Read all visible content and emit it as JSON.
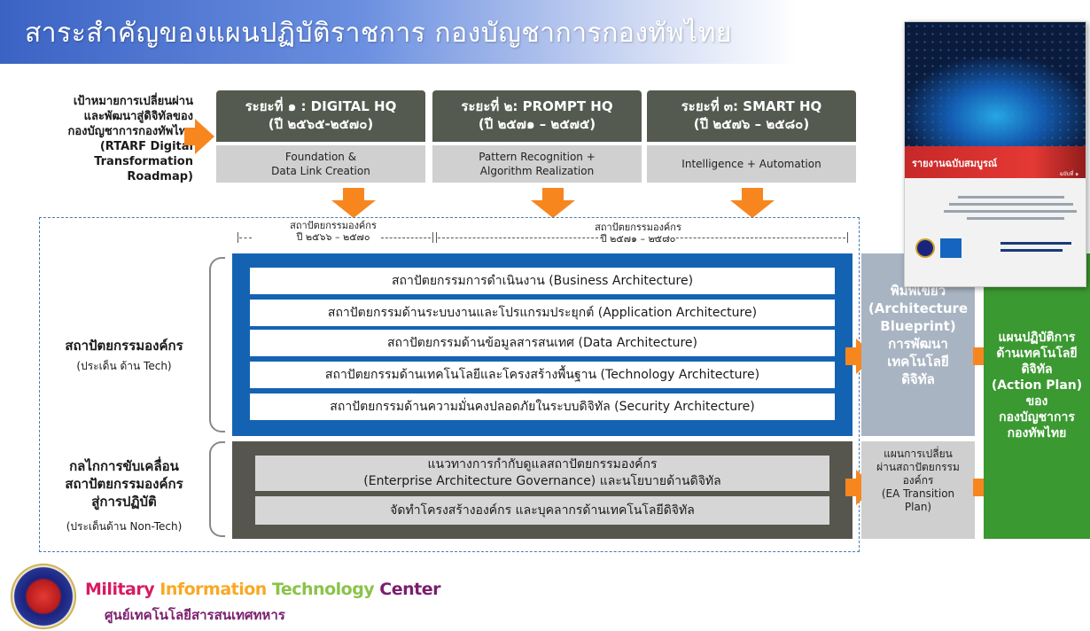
{
  "title": "สาระสำคัญของแผนปฏิบัติราชการ กองบัญชาการกองทัพไทย",
  "goal": {
    "lines": [
      "เป้าหมายการเปลี่ยนผ่าน",
      "และพัฒนาสู่ดิจิทัลของ",
      "กองบัญชาการกองทัพไทย",
      "(RTARF Digital",
      "Transformation",
      "Roadmap)"
    ]
  },
  "phases": [
    {
      "title": "ระยะที่ ๑ : DIGITAL HQ",
      "years": "(ปี ๒๕๖๕-๒๕๗๐)",
      "sub1": "Foundation &",
      "sub2": "Data Link Creation"
    },
    {
      "title": "ระยะที่ ๒: PROMPT HQ",
      "years": "(ปี ๒๕๗๑ – ๒๕๗๕)",
      "sub1": "Pattern Recognition +",
      "sub2": "Algorithm Realization"
    },
    {
      "title": "ระยะที่ ๓: SMART HQ",
      "years": "(ปี ๒๕๗๖ – ๒๕๘๐)",
      "sub1": "Intelligence + Automation",
      "sub2": ""
    }
  ],
  "timeline": [
    {
      "label": "สถาปัตยกรรมองค์กร",
      "years": "ปี ๒๕๖๖ – ๒๕๗๐"
    },
    {
      "label": "สถาปัตยกรรมองค์กร",
      "years": "ปี ๒๕๗๑ – ๒๕๘๐"
    }
  ],
  "sections": {
    "tech_title": "สถาปัตยกรรมองค์กร",
    "tech_sub": "(ประเด็น ด้าน Tech)",
    "nontech_lines": [
      "กลไกการขับเคลื่อน",
      "สถาปัตยกรรมองค์กร",
      "สู่การปฏิบัติ"
    ],
    "nontech_sub": "(ประเด็นด้าน Non-Tech)"
  },
  "architectures": [
    "สถาปัตยกรรมการดำเนินงาน (Business Architecture)",
    "สถาปัตยกรรมด้านระบบงานและโปรแกรมประยุกต์ (Application Architecture)",
    "สถาปัตยกรรมด้านข้อมูลสารสนเทศ (Data Architecture)",
    "สถาปัตยกรรมด้านเทคโนโลยีและโครงสร้างพื้นฐาน (Technology Architecture)",
    "สถาปัตยกรรมด้านความมั่นคงปลอดภัยในระบบดิจิทัล (Security Architecture)"
  ],
  "governance": {
    "row1_line1": "แนวทางการกำกับดูแลสถาปัตยกรรมองค์กร",
    "row1_line2": "(Enterprise Architecture Governance) และนโยบายด้านดิจิทัล",
    "row2": "จัดทำโครงสร้างองค์กร และบุคลากรด้านเทคโนโลยีดิจิทัล"
  },
  "blueprint": [
    "พิมพ์เขียว",
    "(Architecture",
    "Blueprint)",
    "การพัฒนา",
    "เทคโนโลยี",
    "ดิจิทัล"
  ],
  "transition": [
    "แผนการเปลี่ยน",
    "ผ่านสถาปัตยกรรม",
    "องค์กร",
    "(EA Transition",
    "Plan)"
  ],
  "action_plan": [
    "แผนปฏิบัติการ",
    "ด้านเทคโนโลยี",
    "ดิจิทัล",
    "(Action Plan)",
    "ของ",
    "กองบัญชาการ",
    "กองทัพไทย"
  ],
  "report": {
    "title": "รายงานฉบับสมบูรณ์",
    "volume": "ฉบับที่ ๑"
  },
  "footer": {
    "en_parts": [
      "M",
      "ilitary ",
      "I",
      "nformation ",
      "T",
      "echnology ",
      "C",
      "enter"
    ],
    "th": "ศูนย์เทคโนโลยีสารสนเทศทหาร"
  },
  "colors": {
    "accent_orange": "#f7861f",
    "arch_blue": "#1463b3",
    "action_green": "#3a9930",
    "phase_dark": "#545a4f",
    "mitc_magenta": "#d81b60",
    "mitc_orange": "#f9a825",
    "mitc_green": "#8bc34a",
    "mitc_purple": "#7b1f6e"
  }
}
